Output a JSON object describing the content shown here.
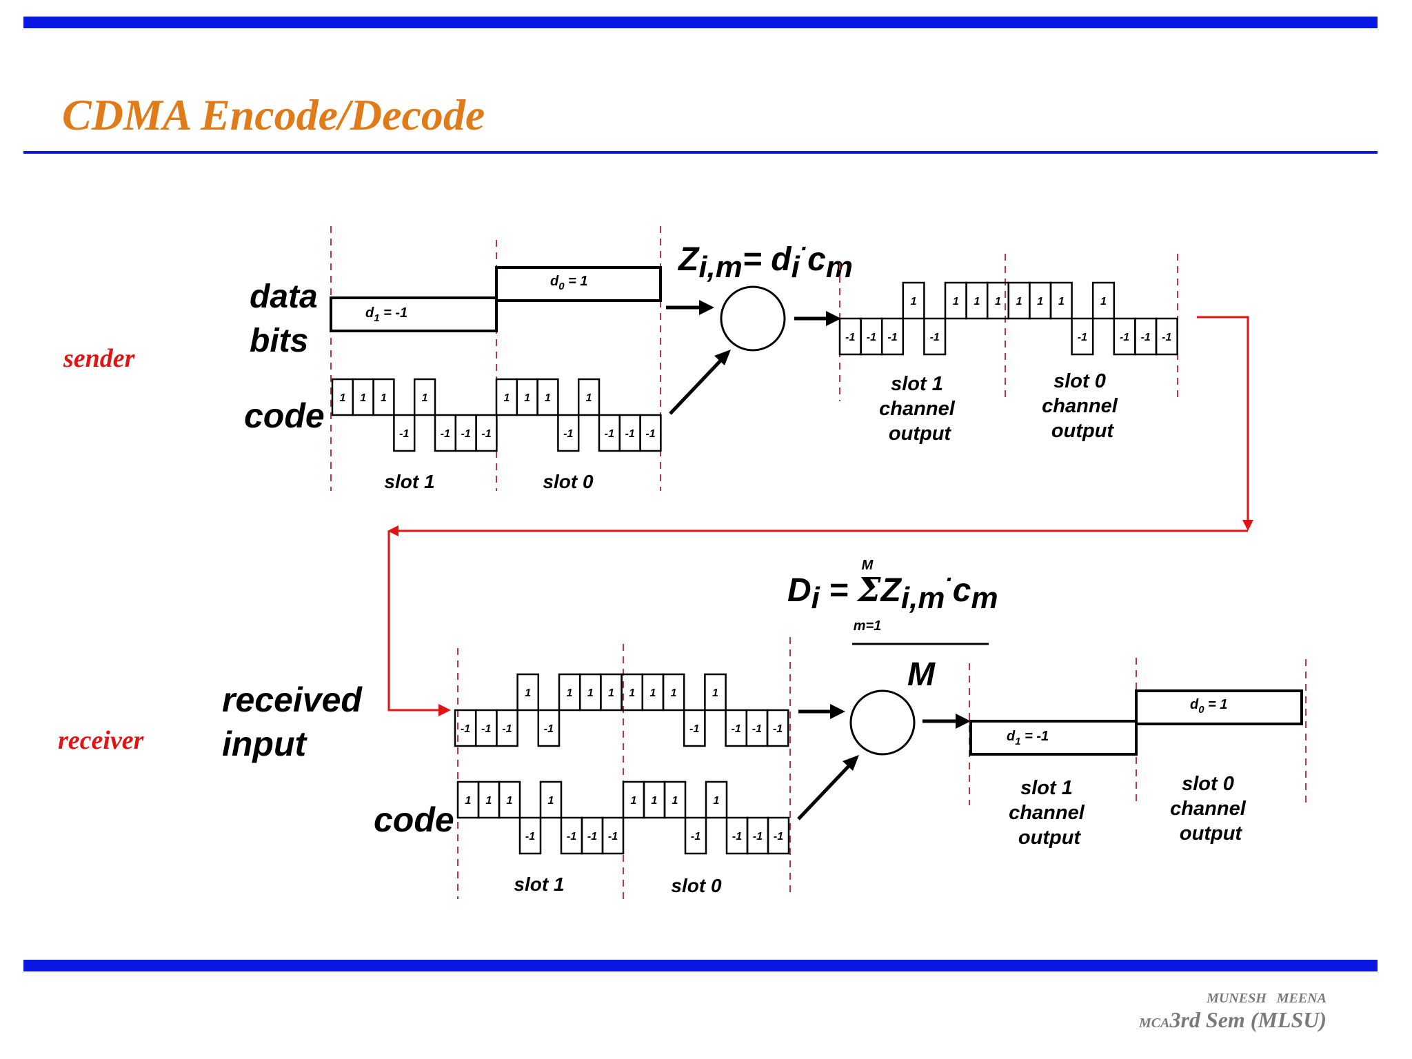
{
  "slide": {
    "title": "CDMA Encode/Decode",
    "colors": {
      "title": "#E07B1A",
      "rule": "#0A18E6",
      "accent_red": "#E01414",
      "ink": "#000000"
    },
    "footer": {
      "line1": "MUNESH   MEENA",
      "prefix": "MCA",
      "line2": "3rd Sem (MLSU)"
    }
  },
  "sender": {
    "role_label": "sender",
    "data_label_1": "data",
    "data_label_2": "bits",
    "code_label": "code",
    "bit_slot1": {
      "sub": "1",
      "value": "-1"
    },
    "bit_slot0": {
      "sub": "0",
      "value": "1"
    },
    "slot1_label": "slot 1",
    "slot0_label": "slot 0",
    "code_chips": [
      "1",
      "1",
      "1",
      "-1",
      "1",
      "-1",
      "-1",
      "-1"
    ],
    "output_chips": [
      "-1",
      "-1",
      "-1",
      "1",
      "-1",
      "1",
      "1",
      "1",
      "1",
      "1",
      "1",
      "-1",
      "1",
      "-1",
      "-1",
      "-1"
    ],
    "out_slot1": [
      "slot 1",
      "channel",
      "output"
    ],
    "out_slot0": [
      "slot 0",
      "channel",
      "output"
    ],
    "formula": {
      "lhs": "Z",
      "lhs_sub": "i,m",
      "eq": "= ",
      "d": "d",
      "d_sub": "i",
      "dot": "·",
      "c": "c",
      "c_sub": "m"
    }
  },
  "receiver": {
    "role_label": "receiver",
    "input_label_1": "received",
    "input_label_2": "input",
    "code_label": "code",
    "input_chips": [
      "-1",
      "-1",
      "-1",
      "1",
      "-1",
      "1",
      "1",
      "1",
      "1",
      "1",
      "1",
      "-1",
      "1",
      "-1",
      "-1",
      "-1"
    ],
    "code_chips": [
      "1",
      "1",
      "1",
      "-1",
      "1",
      "-1",
      "-1",
      "-1"
    ],
    "slot1_label": "slot 1",
    "slot0_label": "slot 0",
    "bit_slot1": {
      "sub": "1",
      "value": "-1"
    },
    "bit_slot0": {
      "sub": "0",
      "value": "1"
    },
    "out_slot1": [
      "slot 1",
      "channel",
      "output"
    ],
    "out_slot0": [
      "slot 0",
      "channel",
      "output"
    ],
    "formula": {
      "lhs": "D",
      "lhs_sub": "i",
      "eq": " = ",
      "sigma": "Σ",
      "upper": "M",
      "lower": "m=1",
      "z": "Z",
      "z_sub": "i,m",
      "dot": "·",
      "c": "c",
      "c_sub": "m",
      "denominator": "M"
    }
  }
}
